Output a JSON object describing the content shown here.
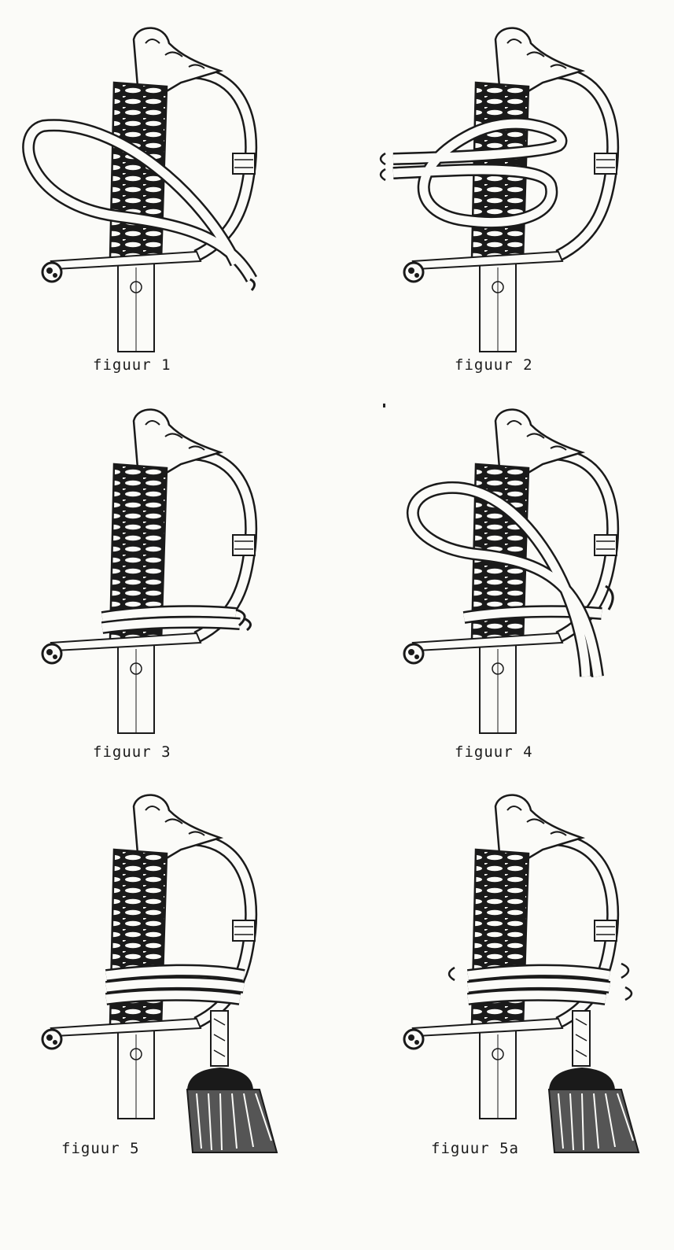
{
  "figures": [
    {
      "id": "1",
      "caption": "figuur 1"
    },
    {
      "id": "2",
      "caption": "figuur 2"
    },
    {
      "id": "3",
      "caption": "figuur 3"
    },
    {
      "id": "4",
      "caption": "figuur 4"
    },
    {
      "id": "5",
      "caption": "figuur 5"
    },
    {
      "id": "5a",
      "caption": "figuur 5a"
    }
  ],
  "colors": {
    "ink": "#1a1a1a",
    "paper": "#fbfbf8"
  }
}
